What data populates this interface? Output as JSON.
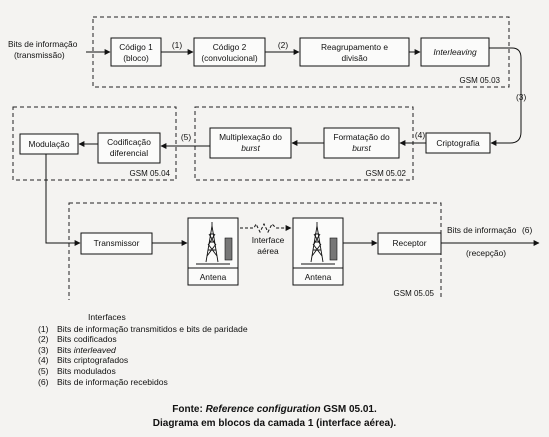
{
  "diagram": {
    "inputs": {
      "line1": "Bits de informação",
      "line2": "(transmissão)"
    },
    "outputs": {
      "line1": "Bits de informação",
      "marker": "(6)",
      "line2": "(recepção)"
    },
    "blocks": {
      "codigo1": {
        "line1": "Código 1",
        "line2": "(bloco)"
      },
      "codigo2": {
        "line1": "Código 2",
        "line2": "(convolucional)"
      },
      "reagrupamento": {
        "line1": "Reagrupamento e",
        "line2": "divisão"
      },
      "interleaving": {
        "label": "Interleaving"
      },
      "criptografia": {
        "label": "Criptografia"
      },
      "formatacao": {
        "line1": "Formatação do",
        "line2": "burst"
      },
      "multiplexacao": {
        "line1": "Multiplexação do",
        "line2": "burst"
      },
      "codificacao": {
        "line1": "Codificação",
        "line2": "diferencial"
      },
      "modulacao": {
        "label": "Modulação"
      },
      "transmissor": {
        "label": "Transmissor"
      },
      "antena_tx": {
        "label": "Antena"
      },
      "antena_rx": {
        "label": "Antena"
      },
      "receptor": {
        "label": "Receptor"
      }
    },
    "air_interface": {
      "line1": "Interface",
      "line2": "aérea"
    },
    "markers": {
      "m1": "(1)",
      "m2": "(2)",
      "m3": "(3)",
      "m4": "(4)",
      "m5": "(5)"
    },
    "groups": {
      "g503": "GSM 05.03",
      "g502": "GSM 05.02",
      "g504": "GSM 05.04",
      "g505": "GSM 05.05"
    }
  },
  "legend": {
    "title": "Interfaces",
    "items": [
      {
        "num": "(1)",
        "text": "Bits de informação transmitidos e bits de paridade"
      },
      {
        "num": "(2)",
        "text": "Bits codificados"
      },
      {
        "num": "(3)",
        "prefix": "Bits ",
        "emph": "interleaved"
      },
      {
        "num": "(4)",
        "text": "Bits criptografados"
      },
      {
        "num": "(5)",
        "text": "Bits modulados"
      },
      {
        "num": "(6)",
        "text": "Bits de informação recebidos"
      }
    ]
  },
  "caption": {
    "source_prefix": "Fonte: ",
    "source_emph": "Reference configuration",
    "source_suffix": " GSM 05.01.",
    "line2": "Diagrama em blocos da camada 1 (interface aérea)."
  }
}
